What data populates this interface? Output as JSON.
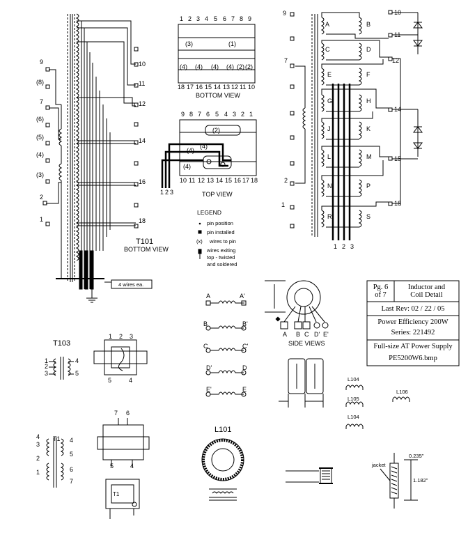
{
  "transformer_t101": {
    "label": "T101",
    "view_label": "BOTTOM VIEW",
    "left_pin_labels": [
      "9",
      "(8)",
      "7",
      "(6)",
      "(5)",
      "(4)",
      "(3)",
      "2",
      "1"
    ],
    "right_pin_labels": [
      "10",
      "11",
      "12",
      "14",
      "16",
      "18"
    ],
    "wires_note": "4 wires ea."
  },
  "connector_bottom": {
    "top_pins": [
      "1",
      "2",
      "3",
      "4",
      "5",
      "6",
      "7",
      "8",
      "9"
    ],
    "upper_marks": [
      "(3)",
      "(1)"
    ],
    "lower_marks": [
      "(4)",
      "(4)",
      "(4)",
      "(4)",
      "(2)",
      "(2)"
    ],
    "bottom_pins": [
      "18",
      "17",
      "16",
      "15",
      "14",
      "13",
      "12",
      "11",
      "10"
    ],
    "view_label": "BOTTOM VIEW"
  },
  "connector_top": {
    "top_pins": [
      "9",
      "8",
      "7",
      "6",
      "5",
      "4",
      "3",
      "2",
      "1"
    ],
    "marks": [
      "(2)",
      "(4)",
      "(4)",
      "(4)"
    ],
    "bottom_pins": [
      "10",
      "11",
      "12",
      "13",
      "14",
      "15",
      "16",
      "17",
      "18"
    ],
    "wire_numbers": [
      "1",
      "2",
      "3"
    ],
    "view_label": "TOP VIEW"
  },
  "legend": {
    "title": "LEGEND",
    "items": [
      "pin position",
      "pin installed",
      "wires to pin",
      "wires exiting",
      "top - twisted",
      "and soldered"
    ],
    "wires_symbol": "(x)"
  },
  "right_schematic": {
    "left_pins": [
      "9",
      "7",
      "2",
      "1"
    ],
    "right_pins": [
      "10",
      "11",
      "12",
      "14",
      "15",
      "18"
    ],
    "coil_letters_left": [
      "A",
      "C",
      "E",
      "G",
      "J",
      "L",
      "N",
      "R"
    ],
    "coil_letters_right": [
      "B",
      "D",
      "F",
      "H",
      "K",
      "M",
      "P",
      "S"
    ],
    "wire_numbers": [
      "1",
      "2",
      "3"
    ]
  },
  "side_views": {
    "label": "SIDE VIEWS",
    "pins": [
      "A",
      "B",
      "C",
      "D'",
      "E'"
    ]
  },
  "coil_pairs": [
    [
      "A",
      "A'"
    ],
    [
      "B",
      "B'"
    ],
    [
      "C",
      "C'"
    ],
    [
      "D'",
      "D"
    ],
    [
      "E'",
      "E"
    ]
  ],
  "title_block": {
    "page": "Pg. 6\nof  7",
    "title": "Inductor and\nCoil Detail",
    "last_rev": "Last Rev:  02 / 22 / 05",
    "company": "Power Efficiency 200W",
    "series": "Series:  221492",
    "product": "Full-size AT Power Supply",
    "file": "PE5200W6.bmp"
  },
  "t103": {
    "label": "T103",
    "pins_left": [
      "1",
      "2",
      "3"
    ],
    "pins_right": [
      "4",
      "5"
    ],
    "body_top_pins": [
      "1",
      "2",
      "3"
    ],
    "body_bottom_pins": [
      "5",
      "4"
    ]
  },
  "t1": {
    "label": "T1",
    "pins_left": [
      "4",
      "3",
      "2",
      "1"
    ],
    "pins_right": [
      "4",
      "5",
      "6",
      "7"
    ],
    "body_top_pins": [
      "7",
      "6"
    ],
    "body_bottom_pins": [
      "5",
      "4"
    ],
    "inset_label": "T1"
  },
  "l101": {
    "label": "L101"
  },
  "small_inductors": [
    "L104",
    "L105",
    "L104",
    "L106"
  ],
  "dimensions": {
    "dia": "0.235\"",
    "len": "1.182\"",
    "jacket": "jacket"
  },
  "colors": {
    "ink": "#000000",
    "paper": "#ffffff"
  }
}
